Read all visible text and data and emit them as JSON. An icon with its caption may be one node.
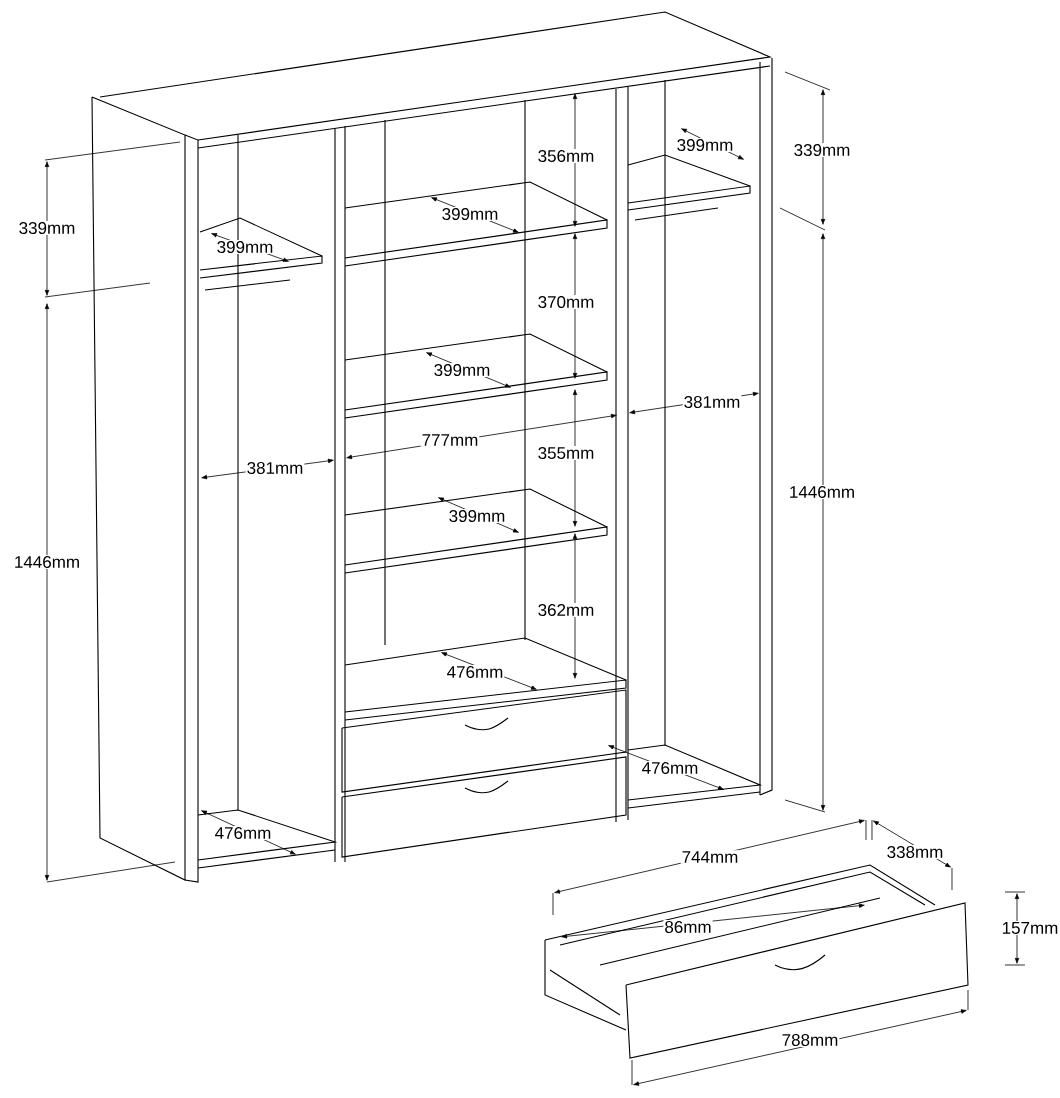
{
  "diagram": {
    "labels": [
      "399mm",
      "339mm",
      "356mm",
      "399mm",
      "339mm",
      "399mm",
      "370mm",
      "399mm",
      "381mm",
      "777mm",
      "355mm",
      "381mm",
      "1446mm",
      "399mm",
      "1446mm",
      "362mm",
      "476mm",
      "476mm",
      "476mm",
      "338mm",
      "744mm",
      "86mm",
      "157mm",
      "788mm"
    ]
  }
}
